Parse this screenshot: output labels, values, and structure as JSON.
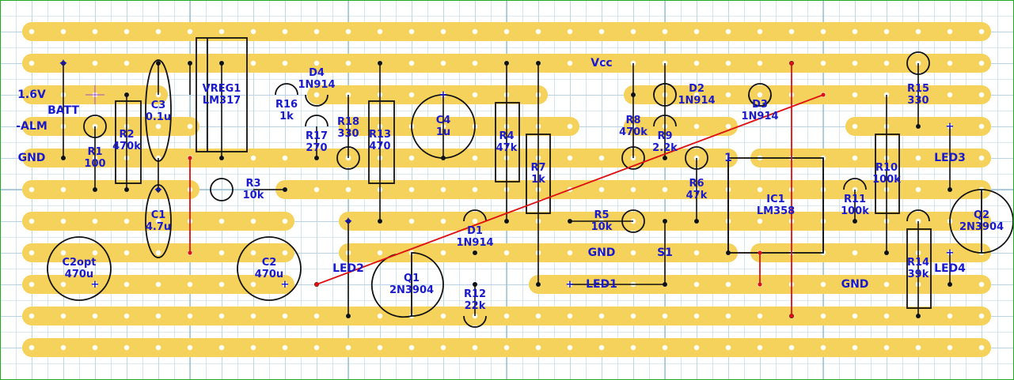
{
  "title": "",
  "colors": {
    "background": "#ffffff",
    "grid": "#b8d4e6",
    "border": "#22aa22",
    "strip": "#f4d25c",
    "hole": "#ffffff",
    "wire": "#111111",
    "link": "#dd1111",
    "label": "#1a1acc"
  },
  "strip_cuts": "breaks between copper strips",
  "components": [
    {
      "id": "R1",
      "value": "100"
    },
    {
      "id": "R2",
      "value": "470k"
    },
    {
      "id": "C3",
      "value": "0.1u"
    },
    {
      "id": "C1",
      "value": "4.7u"
    },
    {
      "id": "VREG1",
      "value": "LM317"
    },
    {
      "id": "R16",
      "value": "1k"
    },
    {
      "id": "D4",
      "value": "1N914"
    },
    {
      "id": "R17",
      "value": "270"
    },
    {
      "id": "R18",
      "value": "330"
    },
    {
      "id": "R13",
      "value": "470"
    },
    {
      "id": "R3",
      "value": "10k"
    },
    {
      "id": "C4",
      "value": "1u"
    },
    {
      "id": "R4",
      "value": "47k"
    },
    {
      "id": "R7",
      "value": "1k"
    },
    {
      "id": "D1",
      "value": "1N914"
    },
    {
      "id": "R5",
      "value": "10k"
    },
    {
      "id": "R8",
      "value": "470k"
    },
    {
      "id": "R9",
      "value": "2.2k"
    },
    {
      "id": "D2",
      "value": "1N914"
    },
    {
      "id": "D3",
      "value": "1N914"
    },
    {
      "id": "R6",
      "value": "47k"
    },
    {
      "id": "IC1",
      "value": "LM358"
    },
    {
      "id": "R11",
      "value": "100k"
    },
    {
      "id": "R10",
      "value": "100k"
    },
    {
      "id": "R15",
      "value": "330"
    },
    {
      "id": "Q2",
      "value": "2N3904"
    },
    {
      "id": "R14",
      "value": "39k"
    },
    {
      "id": "Q1",
      "value": "2N3904"
    },
    {
      "id": "R12",
      "value": "22k"
    },
    {
      "id": "C2",
      "value": "470u"
    },
    {
      "id": "C2opt",
      "value": "470u"
    }
  ],
  "labels": {
    "batt": "BATT",
    "v16": "1.6V",
    "alm": "-ALM",
    "gnd_left": "GND",
    "vcc": "Vcc",
    "led2": "LED2",
    "led1": "LED1",
    "led3": "LED3",
    "led4": "LED4",
    "gnd_mid": "GND",
    "gnd_right": "GND",
    "s1": "S1",
    "pin1": "1",
    "plus": "+",
    "minus": "-"
  }
}
